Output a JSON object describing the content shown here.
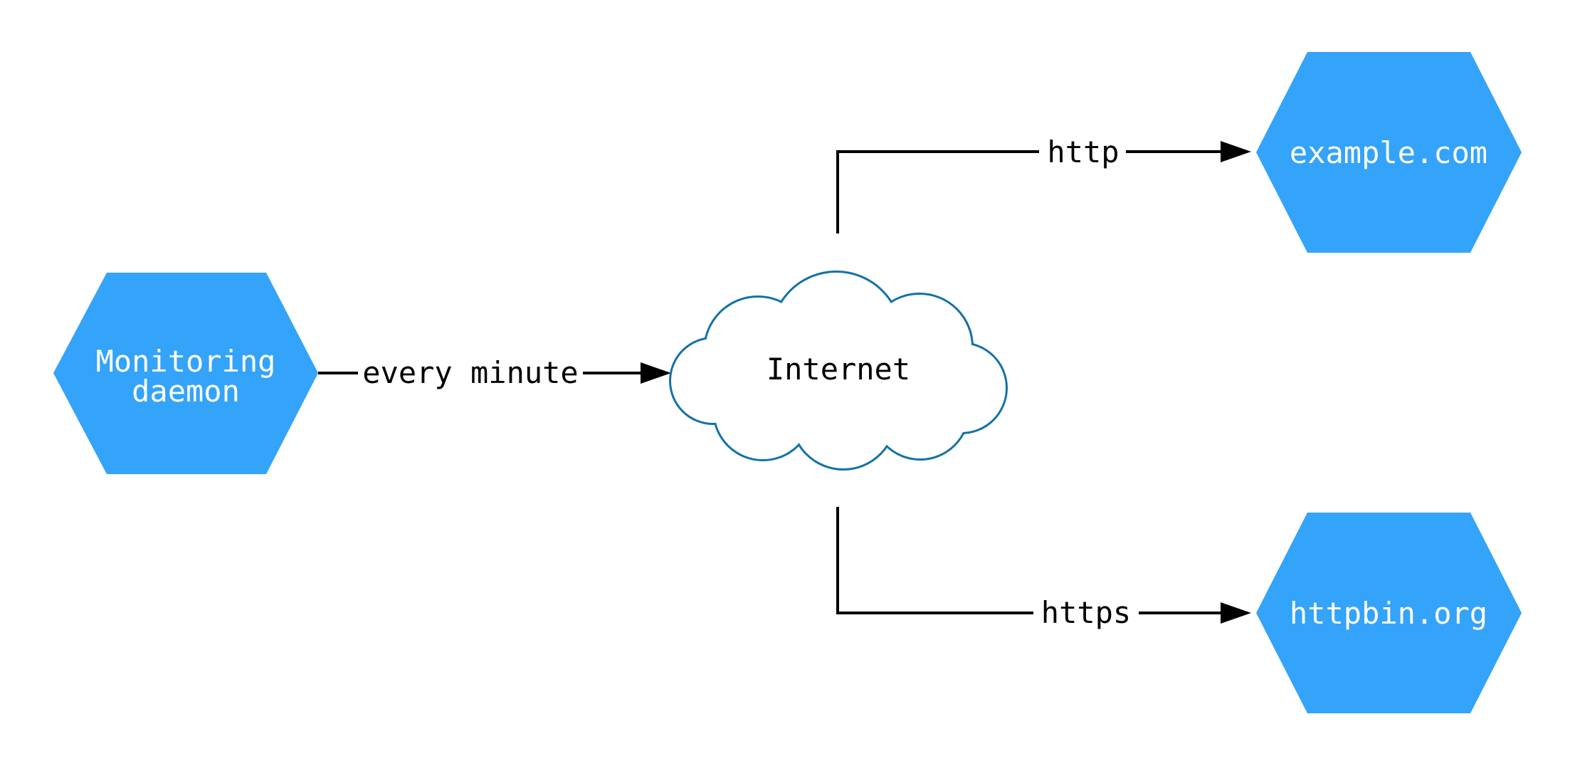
{
  "diagram": {
    "nodes": {
      "monitoring": {
        "shape": "hexagon",
        "label": "Monitoring daemon",
        "lines": [
          "Monitoring",
          "daemon"
        ]
      },
      "internet": {
        "shape": "cloud",
        "label": "Internet"
      },
      "example": {
        "shape": "hexagon",
        "label": "example.com"
      },
      "httpbin": {
        "shape": "hexagon",
        "label": "httpbin.org"
      }
    },
    "edges": {
      "monitoring_internet": {
        "from": "monitoring",
        "to": "internet",
        "label": "every minute"
      },
      "internet_example": {
        "from": "internet",
        "to": "example",
        "label": "http"
      },
      "internet_httpbin": {
        "from": "internet",
        "to": "httpbin",
        "label": "https"
      }
    },
    "colors": {
      "node_fill": "#34a3fa",
      "node_text": "#ffffff",
      "cloud_fill": "#ffffff",
      "cloud_stroke": "#1272a8",
      "cloud_text": "#000000",
      "edge": "#000000",
      "edge_label": "#000000",
      "background": "#ffffff"
    }
  }
}
